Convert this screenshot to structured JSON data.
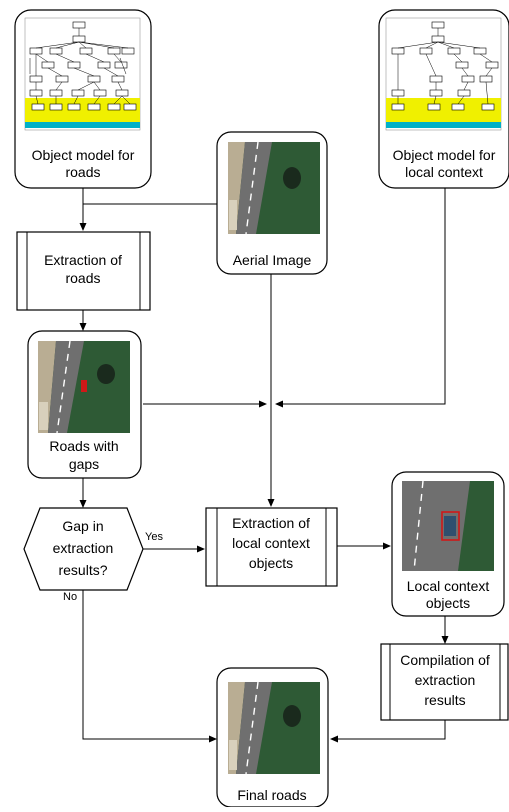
{
  "nodes": {
    "object_model_roads": [
      "Object model for",
      "roads"
    ],
    "object_model_local": [
      "Object model for",
      "local context"
    ],
    "aerial_image": [
      "Aerial Image"
    ],
    "extraction_roads": [
      "Extraction of",
      "roads"
    ],
    "roads_with_gaps": [
      "Roads with",
      "gaps"
    ],
    "gap_decision": [
      "Gap in",
      "extraction",
      "results?"
    ],
    "extraction_local": [
      "Extraction of",
      "local context",
      "objects"
    ],
    "local_context_objects": [
      "Local context",
      "objects"
    ],
    "compilation": [
      "Compilation of",
      "extraction",
      "results"
    ],
    "final_roads": [
      "Final roads"
    ]
  },
  "edge_labels": {
    "yes": "Yes",
    "no": "No"
  },
  "colors": {
    "model_band": "#f0f000",
    "model_base": "#00b0c8",
    "asphalt": "#6f6f6f",
    "grass": "#2e5a35",
    "highlight": "#d01818"
  }
}
